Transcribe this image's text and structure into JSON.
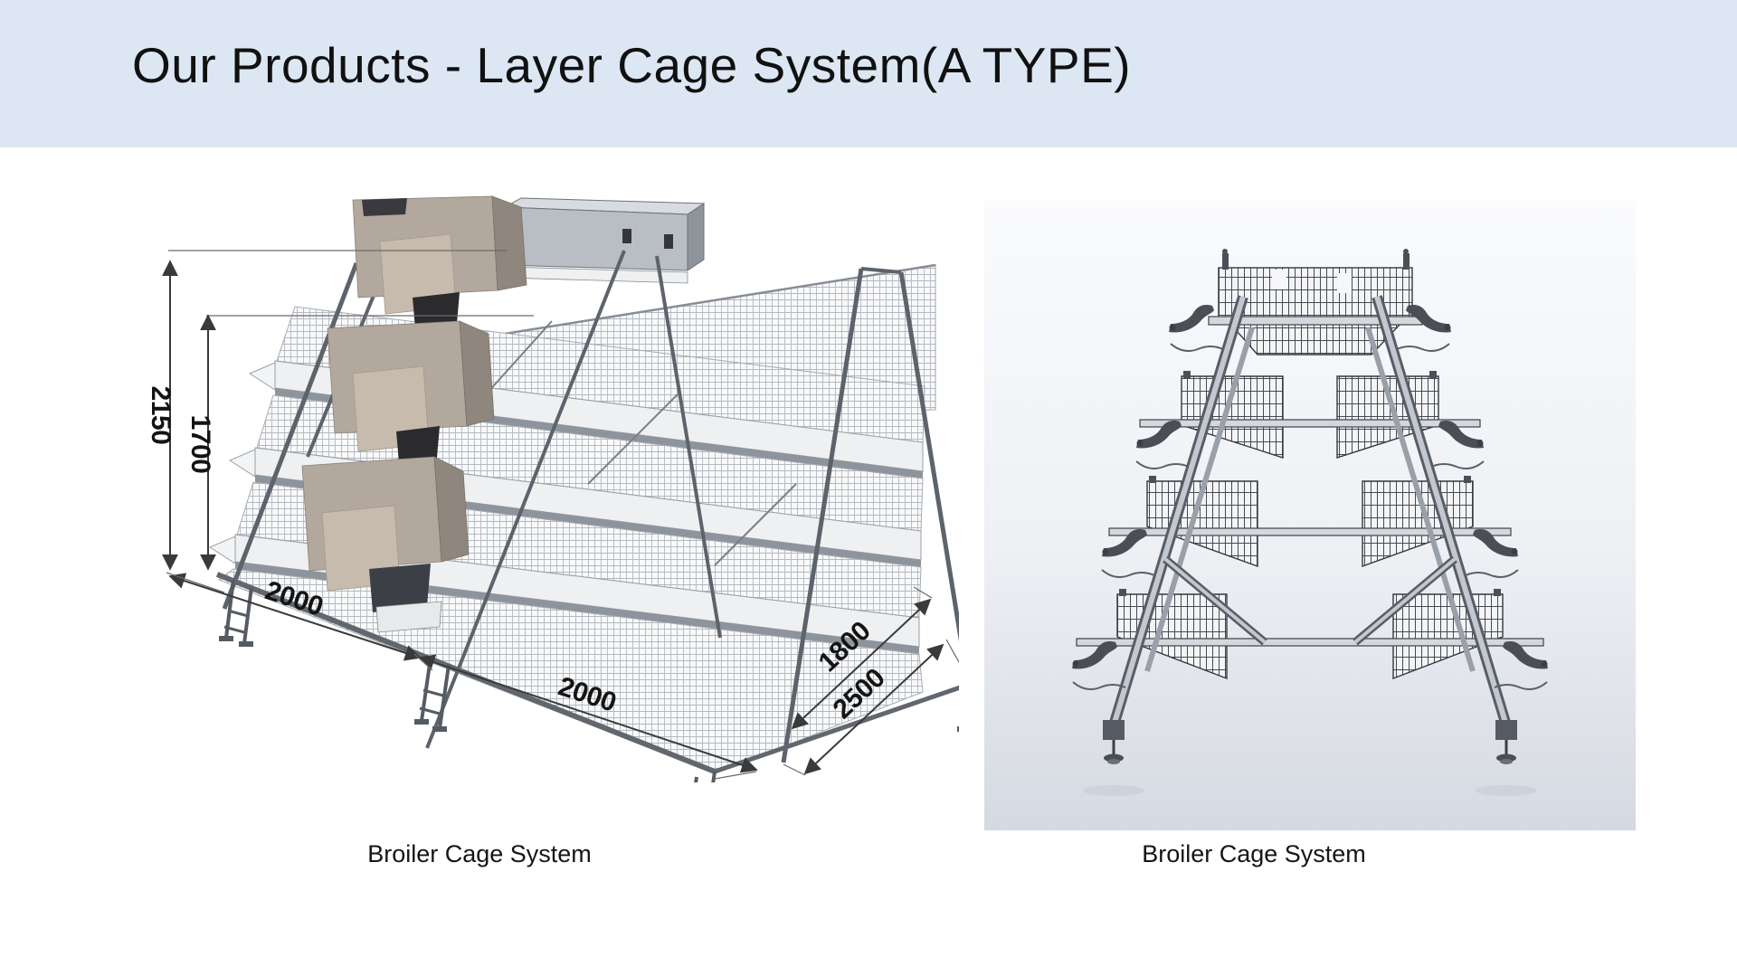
{
  "header": {
    "title": "Our Products - Layer Cage System(A TYPE)",
    "background_color": "#dce7f3",
    "text_color": "#111111"
  },
  "figures": [
    {
      "name": "layer-cage-isometric-3d-view",
      "caption": "Broiler Cage System",
      "dimension_labels": {
        "total_height": "2150",
        "cage_height": "1700",
        "front_length_1": "2000",
        "front_length_2": "2000",
        "depth_inner": "1800",
        "depth_outer": "2500"
      }
    },
    {
      "name": "layer-cage-front-view",
      "caption": "Broiler Cage System"
    }
  ],
  "palette": {
    "header_background": "#dce7f3",
    "frame_gray": "#5d636b",
    "mesh_gray": "#b4b9bf",
    "hopper_tan": "#b3a89e",
    "hopper_flap": "#c6bbac",
    "trough_white": "#eff0f1",
    "dimension_text": "#141414",
    "right_view_background_top": "#fafbfd",
    "right_view_background_bottom": "#d5d9e1"
  }
}
